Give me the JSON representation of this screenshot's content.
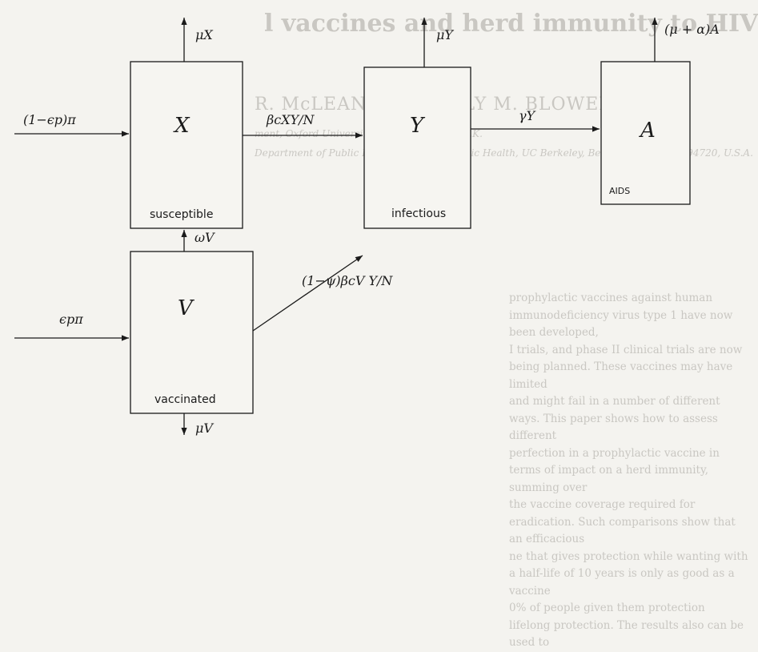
{
  "background": {
    "title_fragment": "l vaccines and herd immunity to HIV",
    "author_fragment": "R. McLEAN AND SALLY M. BLOWER",
    "affiliation_1": "ment, Oxford University, Oxford OX1 3PS, U.K.",
    "affiliation_2": "Department of Public Health, School of Public Health, UC Berkeley, Berkeley, California 94720, U.S.A.",
    "body_lines": [
      "prophylactic vaccines against human immunodeficiency virus type 1 have now been developed,",
      "I trials, and phase II clinical trials are now being planned. These vaccines may have limited",
      "and might fail in a number of different ways. This paper shows how to assess different",
      "perfection in a prophylactic vaccine in terms of impact on a herd immunity, summing over",
      "the vaccine coverage required for eradication. Such comparisons show that an efficacious",
      "ne that gives protection while wanting with a half-life of 10 years is only as good as a vaccine",
      "0% of people given them protection lifelong protection. The results also can be used to"
    ]
  },
  "compartments": {
    "X": {
      "symbol": "X",
      "label": "susceptible"
    },
    "Y": {
      "symbol": "Y",
      "label": "infectious"
    },
    "A": {
      "symbol": "A",
      "label": "AIDS"
    },
    "V": {
      "symbol": "V",
      "label": "vaccinated"
    }
  },
  "flows": {
    "inflow_X": "(1−ϵp)π",
    "inflow_V": "ϵpπ",
    "death_X": "μX",
    "death_Y": "μY",
    "death_A": "(μ + α)A",
    "death_V": "μV",
    "X_to_Y": "βcXY/N",
    "Y_to_A": "γY",
    "V_to_X": "ωV",
    "V_to_Y": "(1−ψ)βcV Y/N"
  }
}
